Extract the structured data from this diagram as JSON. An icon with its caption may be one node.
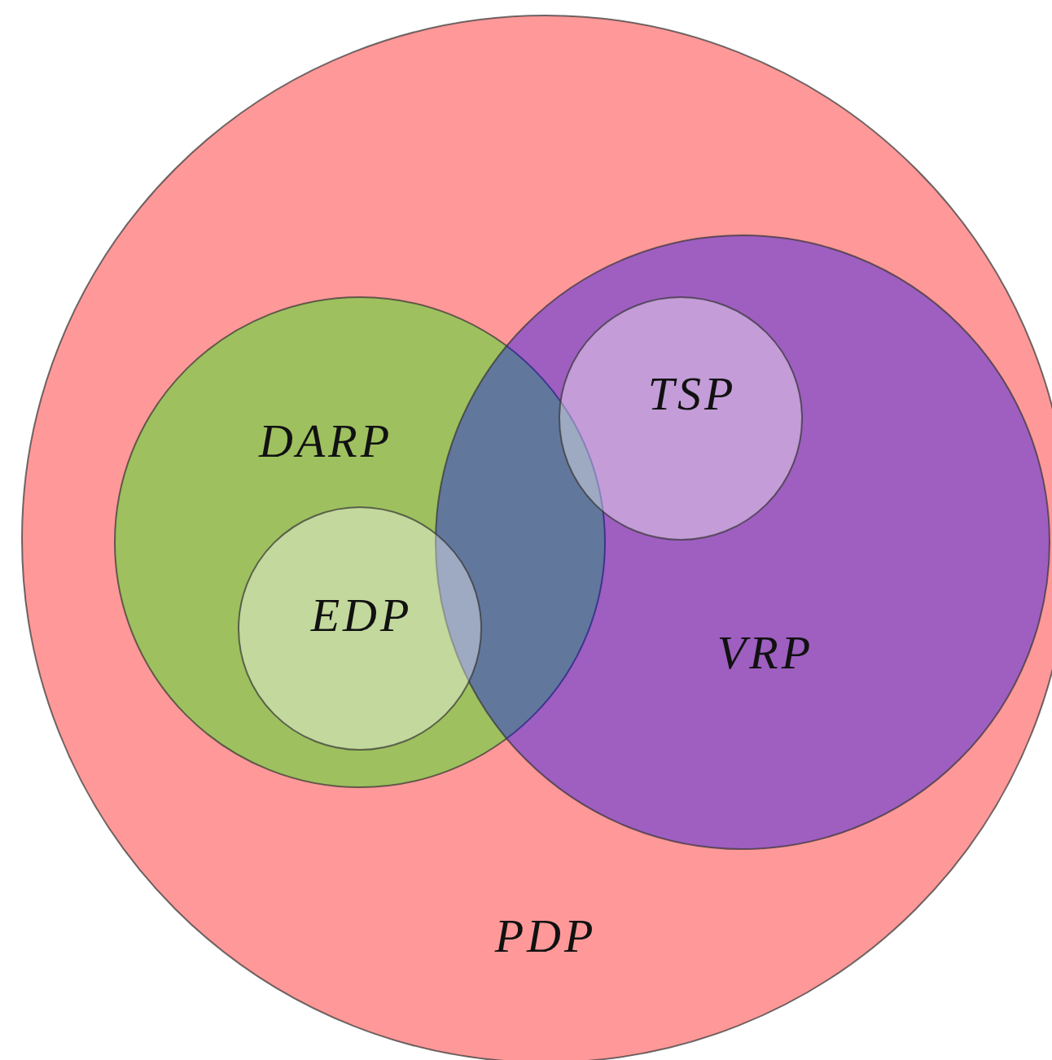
{
  "diagram": {
    "nodes": [
      {
        "text": [
          "PDP"
        ]
      },
      {
        "text": [
          "DARP"
        ],
        "in": 0
      },
      {
        "text": [
          "EDP"
        ],
        "in": 1
      },
      {
        "text": [
          "VRP"
        ],
        "in": 0
      },
      {
        "text": [
          "TSP"
        ],
        "in": 3
      }
    ]
  }
}
